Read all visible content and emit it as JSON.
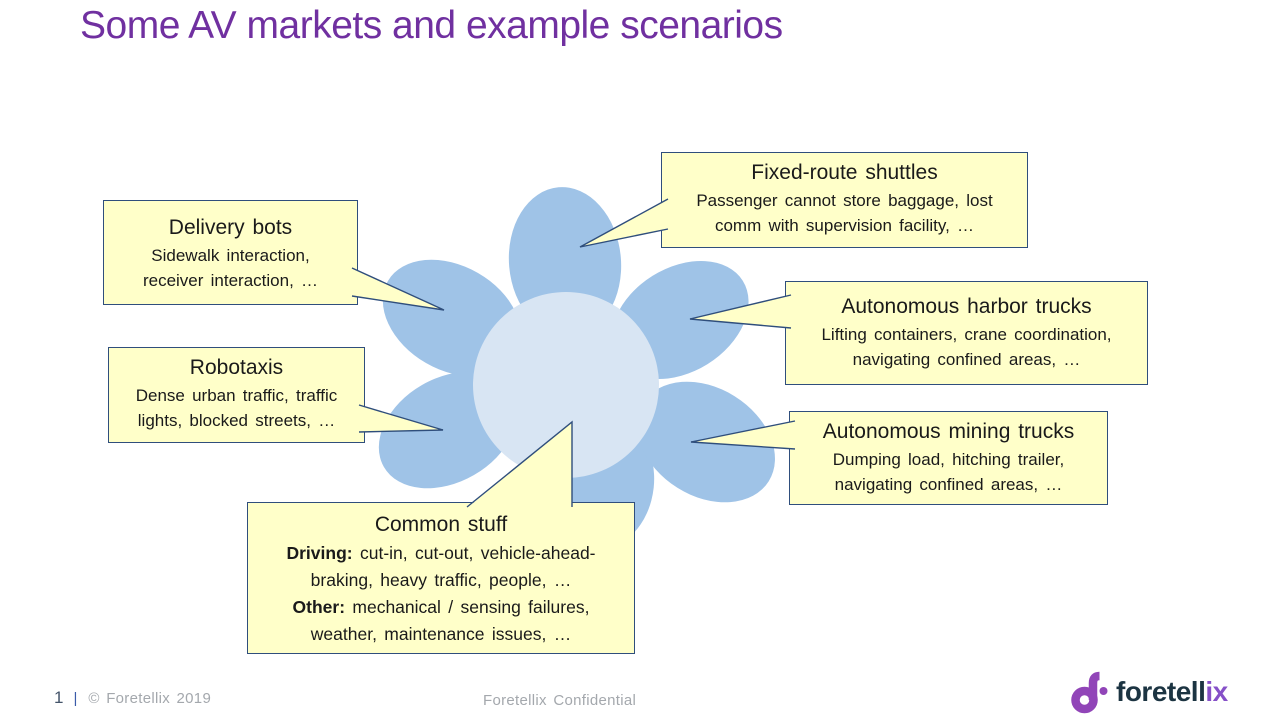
{
  "slide": {
    "title": "Some AV markets and example scenarios"
  },
  "callouts": {
    "fixed_route": {
      "title": "Fixed-route shuttles",
      "lines": [
        "Passenger cannot store baggage, lost",
        "comm with supervision facility, …"
      ]
    },
    "delivery": {
      "title": "Delivery bots",
      "lines": [
        "Sidewalk interaction,",
        "receiver interaction, …"
      ]
    },
    "harbor": {
      "title": "Autonomous harbor trucks",
      "lines": [
        "Lifting containers, crane coordination,",
        "navigating confined areas, …"
      ]
    },
    "robotaxis": {
      "title": "Robotaxis",
      "lines": [
        "Dense urban traffic, traffic",
        "lights, blocked streets, …"
      ]
    },
    "mining": {
      "title": "Autonomous mining trucks",
      "lines": [
        "Dumping load, hitching trailer,",
        "navigating confined areas, …"
      ]
    },
    "common": {
      "title": "Common stuff",
      "lines": [
        {
          "bold": "Driving:",
          "text": " cut-in, cut-out, vehicle-ahead-"
        },
        {
          "bold": "",
          "text": "braking, heavy traffic, people, …"
        },
        {
          "bold": "Other:",
          "text": " mechanical / sensing failures,"
        },
        {
          "bold": "",
          "text": "weather, maintenance issues, …"
        }
      ]
    }
  },
  "footer": {
    "page_number": "1",
    "separator": "|",
    "copyright": "© Foretellix 2019",
    "confidential": "Foretellix Confidential"
  },
  "logo": {
    "wordmark_dark": "foretell",
    "wordmark_accent": "ix"
  },
  "icons": {
    "flower": "six-petal-flower-diagram",
    "logo_mark": "foretellix-d-glyph"
  },
  "colors": {
    "title": "#7030A0",
    "callout_fill": "#FFFFC9",
    "callout_border": "#2F4E7C",
    "petal": "#9FC3E7",
    "flower_center": "#D8E5F3",
    "text": "#1A1A1A",
    "footer_gray": "#A4A8AD",
    "footer_page": "#44546A",
    "footer_separator": "#3A5BA9",
    "logo_navy": "#1C3442",
    "logo_purple": "#9145B8",
    "logo_accent": "#8650C8"
  }
}
